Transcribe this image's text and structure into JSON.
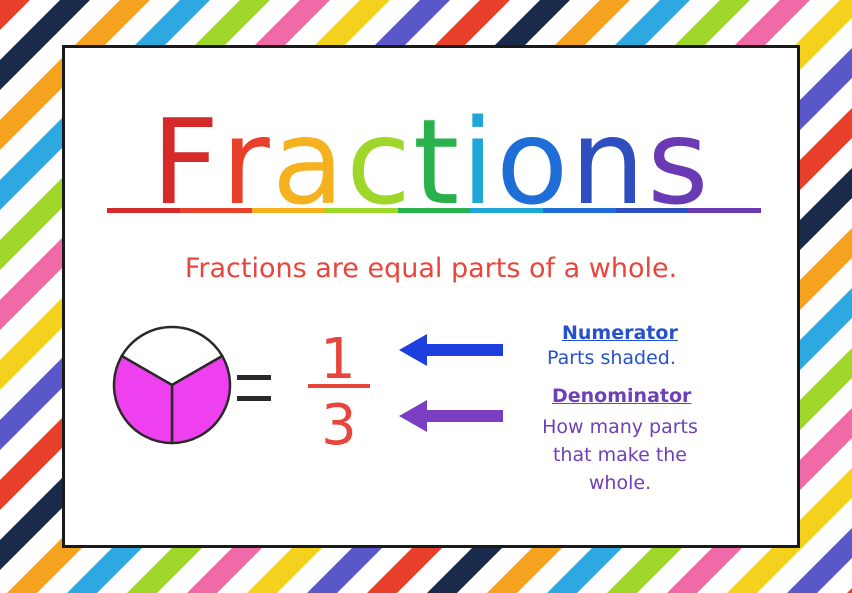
{
  "title": {
    "letters": [
      {
        "char": "F",
        "color": "#d42a2a"
      },
      {
        "char": "r",
        "color": "#e8402a"
      },
      {
        "char": "a",
        "color": "#f5b21e"
      },
      {
        "char": "c",
        "color": "#9ed72a"
      },
      {
        "char": "t",
        "color": "#29b24b"
      },
      {
        "char": "i",
        "color": "#1fa6d8"
      },
      {
        "char": "o",
        "color": "#1f6ed8"
      },
      {
        "char": "n",
        "color": "#2f4fc0"
      },
      {
        "char": "s",
        "color": "#6a3ab5"
      }
    ]
  },
  "subtitle": "Fractions are equal parts of a whole.",
  "fraction": {
    "numerator": "1",
    "denominator": "3",
    "equals": "=",
    "shaded_parts": 2,
    "total_parts": 3,
    "shade_color": "#ee40ee",
    "line_color": "#e8453c"
  },
  "labels": {
    "numerator_heading": "Numerator",
    "numerator_desc": "Parts shaded.",
    "denominator_heading": "Denominator",
    "denominator_desc_1": "How many parts",
    "denominator_desc_2": "that make the",
    "denominator_desc_3": "whole."
  },
  "colors": {
    "numerator_arrow": "#1e3fe0",
    "denominator_arrow": "#7b3fc4",
    "stripes": [
      "#e8402a",
      "#1a2a4a",
      "#f5a31e",
      "#2ea8e0",
      "#9ed72a",
      "#f06aa8",
      "#f5d21e",
      "#5a58c8"
    ]
  }
}
